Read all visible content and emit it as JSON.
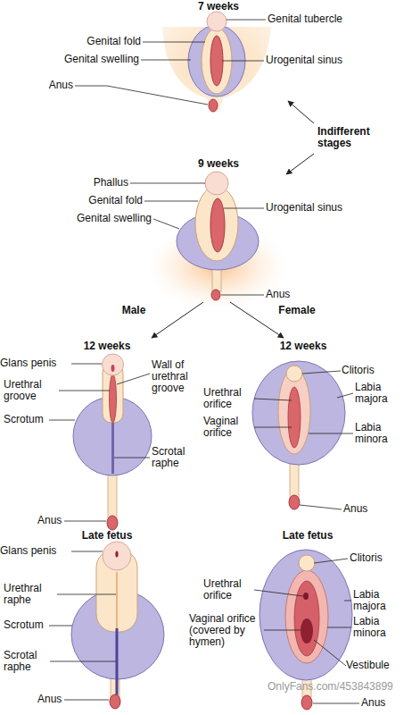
{
  "diagram": {
    "labels": [
      "7 weeks",
      "Genital tubercle",
      "Genital fold",
      "Genital swelling",
      "Urogenital sinus",
      "Anus",
      "Indifferent stages",
      "9 weeks",
      "Phallus",
      "Genital fold",
      "Urogenital sinus",
      "Genital swelling",
      "Anus",
      "Male",
      "Female",
      "12 weeks",
      "Glans penis",
      "Urethral groove",
      "Wall of urethral groove",
      "Scrotum",
      "Scrotal raphe",
      "Anus",
      "12 weeks",
      "Clitoris",
      "Urethral orifice",
      "Labia majora",
      "Vaginal orifice",
      "Labia minora",
      "Anus",
      "Late fetus",
      "Glans penis",
      "Urethral raphe",
      "Scrotum",
      "Scrotal raphe",
      "Anus",
      "Late fetus",
      "Clitoris",
      "Urethral orifice",
      "Labia majora",
      "Vaginal orifice (covered by hymen)",
      "Labia minora",
      "Vestibule",
      "Anus",
      "OnlyFans.com/453843899"
    ]
  }
}
